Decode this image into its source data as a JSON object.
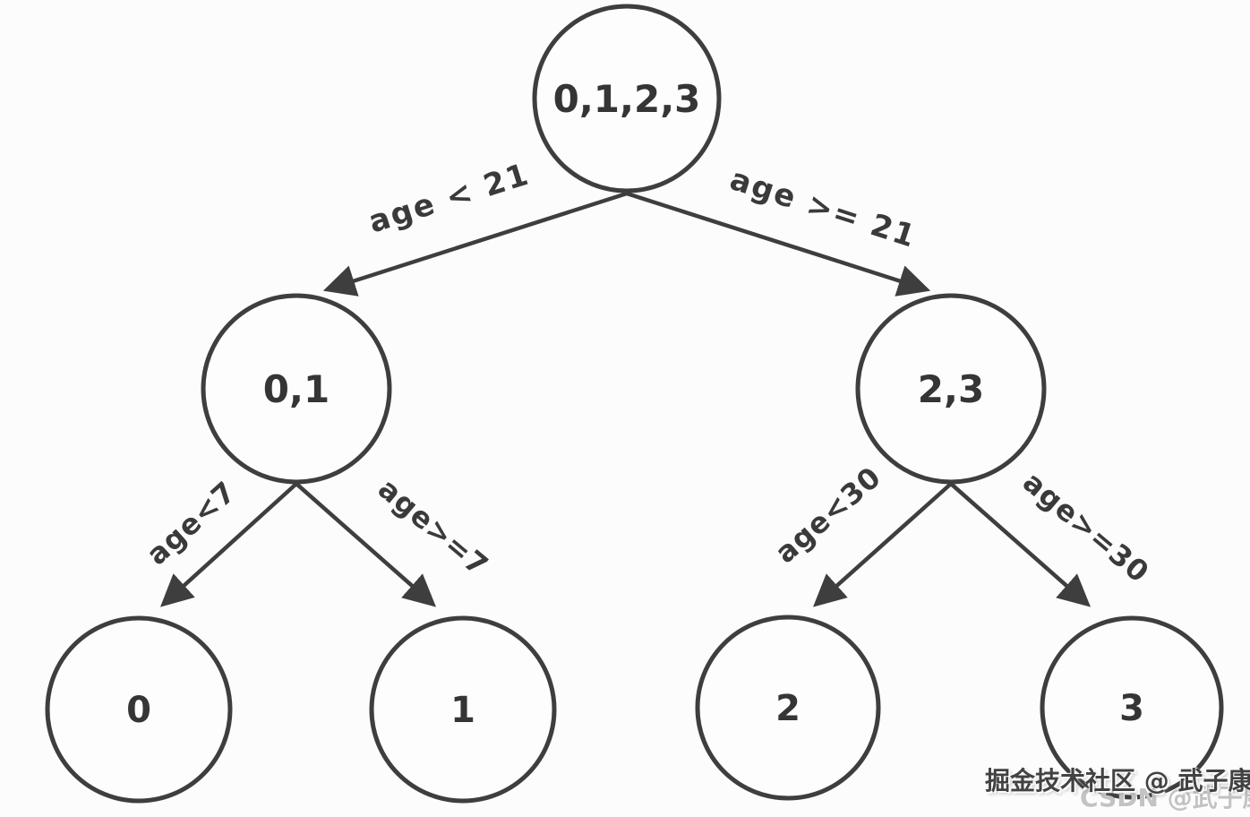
{
  "diagram": {
    "type": "decision-tree",
    "nodes": [
      {
        "id": "root",
        "label": "0,1,2,3",
        "level": 0
      },
      {
        "id": "left",
        "label": "0,1",
        "level": 1
      },
      {
        "id": "right",
        "label": "2,3",
        "level": 1
      },
      {
        "id": "leaf-0",
        "label": "0",
        "level": 2
      },
      {
        "id": "leaf-1",
        "label": "1",
        "level": 2
      },
      {
        "id": "leaf-2",
        "label": "2",
        "level": 2
      },
      {
        "id": "leaf-3",
        "label": "3",
        "level": 2
      }
    ],
    "edges": [
      {
        "from": "0,1,2,3",
        "to": "0,1",
        "label": "age < 21"
      },
      {
        "from": "0,1,2,3",
        "to": "2,3",
        "label": "age >= 21"
      },
      {
        "from": "0,1",
        "to": "0",
        "label": "age<7"
      },
      {
        "from": "0,1",
        "to": "1",
        "label": "age>=7"
      },
      {
        "from": "2,3",
        "to": "2",
        "label": "age<30"
      },
      {
        "from": "2,3",
        "to": "3",
        "label": "age>=30"
      }
    ]
  },
  "watermarks": {
    "juejin": "掘金技术社区 @ 武子康",
    "csdn": "CSDN @武子康"
  },
  "colors": {
    "stroke": "#3e3e3e",
    "text": "#353535",
    "background": "#fcfcfc",
    "watermark_dark": "#424242",
    "watermark_light": "#c3c3c3"
  }
}
